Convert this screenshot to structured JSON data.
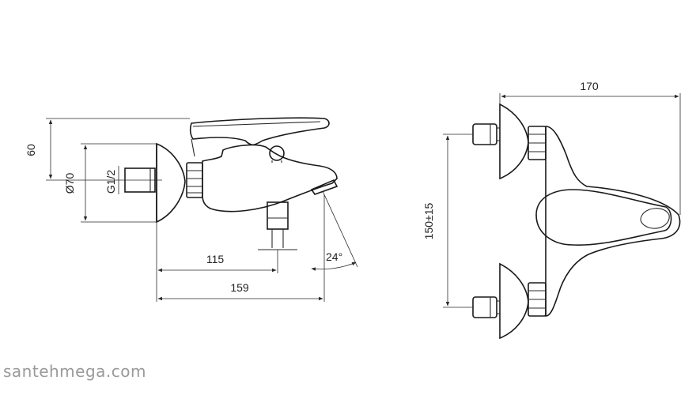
{
  "side_view": {
    "dim_height": "60",
    "dim_diameter": "Ø70",
    "dim_thread": "G1/2",
    "dim_spout_axis": "115",
    "dim_total_length": "159",
    "dim_angle": "24°"
  },
  "top_view": {
    "dim_width": "170",
    "dim_centers": "150±15"
  },
  "watermark": "santehmega.com"
}
